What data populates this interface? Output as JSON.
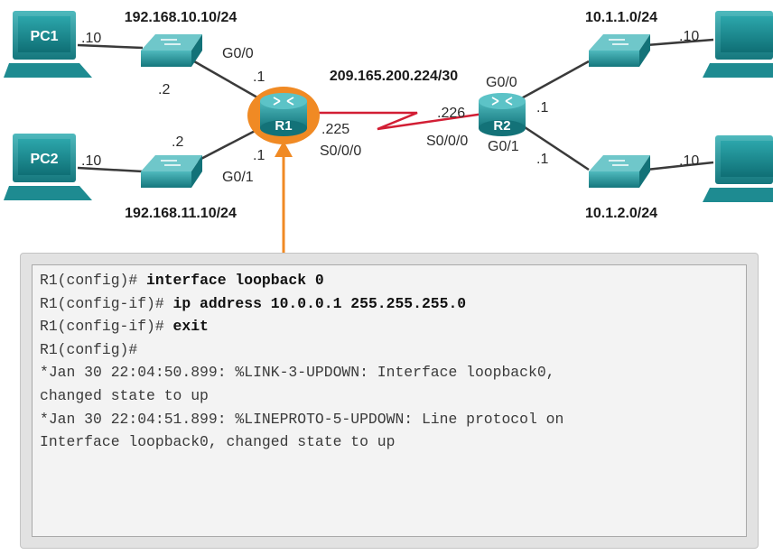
{
  "devices": {
    "pc1": {
      "label": "PC1",
      "host": ".10"
    },
    "pc2": {
      "label": "PC2",
      "host": ".10"
    },
    "pc3": {
      "host": ".10"
    },
    "pc4": {
      "host": ".10"
    },
    "r1": {
      "label": "R1",
      "g00_host": ".1",
      "g01_host": ".1",
      "s000_host": ".225"
    },
    "r2": {
      "label": "R2",
      "g00_host": ".1",
      "g01_host": ".1",
      "s000_host": ".226"
    },
    "sw1": {
      "host": ".2"
    },
    "sw2": {
      "host": ".2"
    }
  },
  "interfaces": {
    "r1_g00": "G0/0",
    "r1_g01": "G0/1",
    "r1_s000": "S0/0/0",
    "r2_g00": "G0/0",
    "r2_g01": "G0/1",
    "r2_s000": "S0/0/0"
  },
  "networks": {
    "lan1": "192.168.10.10/24",
    "lan2": "192.168.11.10/24",
    "wan": "209.165.200.224/30",
    "lan3": "10.1.1.0/24",
    "lan4": "10.1.2.0/24"
  },
  "console": {
    "lines": [
      {
        "prompt": "R1(config)# ",
        "cmd": "interface loopback 0"
      },
      {
        "prompt": "R1(config-if)# ",
        "cmd": "ip address 10.0.0.1 255.255.255.0"
      },
      {
        "prompt": "R1(config-if)# ",
        "cmd": "exit"
      },
      {
        "prompt": "R1(config)#",
        "cmd": ""
      },
      {
        "prompt": "*Jan 30 22:04:50.899: %LINK-3-UPDOWN: Interface loopback0,",
        "cmd": ""
      },
      {
        "prompt": "changed state to up",
        "cmd": ""
      },
      {
        "prompt": "*Jan 30 22:04:51.899: %LINEPROTO-5-UPDOWN: Line protocol on",
        "cmd": ""
      },
      {
        "prompt": "Interface loopback0, changed state to up",
        "cmd": ""
      }
    ]
  },
  "colors": {
    "device_teal": "#1e8b91",
    "router_highlight": "#f08a24",
    "callout_arrow": "#f08a24",
    "serial_link": "#d21e34",
    "ethernet_link": "#3a3a3a"
  }
}
